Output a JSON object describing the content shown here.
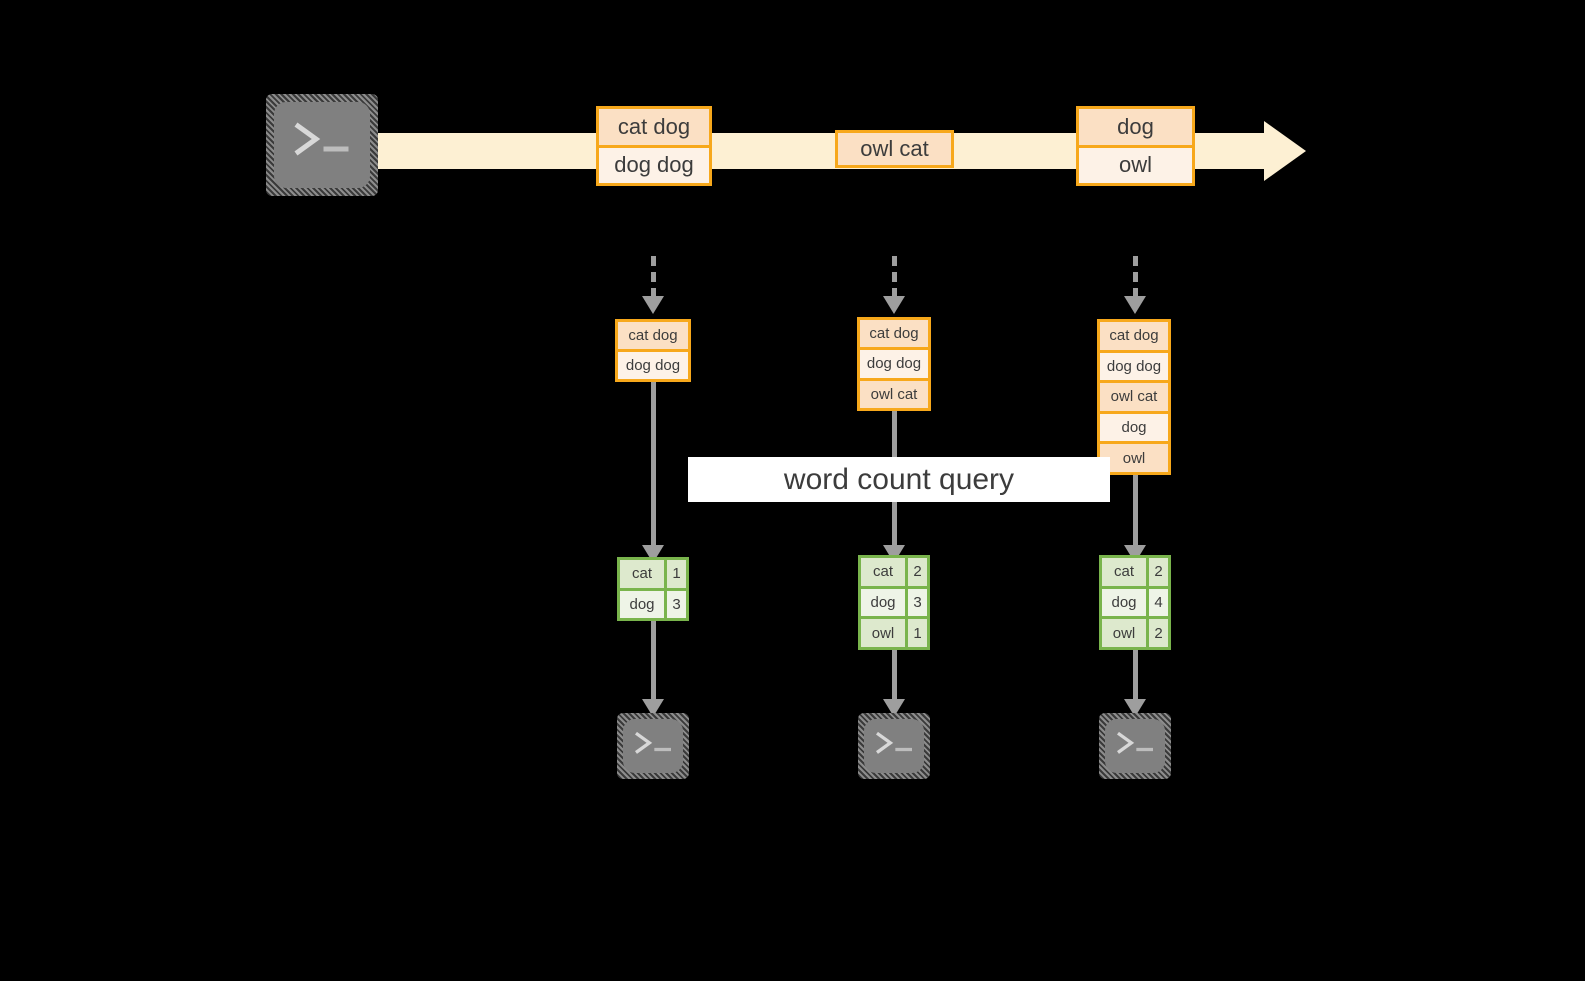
{
  "diagram": {
    "title_banner": {
      "label": "word count query"
    },
    "stream": {
      "source_icon": "terminal-icon",
      "records": [
        {
          "lines": [
            "cat dog",
            "dog dog"
          ]
        },
        {
          "lines": [
            "owl cat"
          ]
        },
        {
          "lines": [
            "dog",
            "owl"
          ]
        }
      ]
    },
    "snapshots": [
      {
        "lines": [
          "cat dog",
          "dog dog"
        ]
      },
      {
        "lines": [
          "cat dog",
          "dog dog",
          "owl cat"
        ]
      },
      {
        "lines": [
          "cat dog",
          "dog dog",
          "owl cat",
          "dog",
          "owl"
        ]
      }
    ],
    "results": [
      {
        "rows": [
          {
            "word": "cat",
            "count": "1"
          },
          {
            "word": "dog",
            "count": "3"
          }
        ]
      },
      {
        "rows": [
          {
            "word": "cat",
            "count": "2"
          },
          {
            "word": "dog",
            "count": "3"
          },
          {
            "word": "owl",
            "count": "1"
          }
        ]
      },
      {
        "rows": [
          {
            "word": "cat",
            "count": "2"
          },
          {
            "word": "dog",
            "count": "4"
          },
          {
            "word": "owl",
            "count": "2"
          }
        ]
      }
    ],
    "sinks": [
      {
        "icon": "terminal-icon"
      },
      {
        "icon": "terminal-icon"
      },
      {
        "icon": "terminal-icon"
      }
    ],
    "colors": {
      "background": "#000000",
      "stream_band": "#fdf0d3",
      "record_border": "#f7a81b",
      "record_fill_dark": "#fbe0c4",
      "record_fill_light": "#fdf2e7",
      "result_border": "#79b44c",
      "result_fill_dark": "#dde9cd",
      "result_fill_light": "#eef4e7",
      "connector": "#9e9e9e",
      "terminal_fill": "#808080",
      "banner_fill": "#ffffff",
      "text": "#3c3c3c"
    }
  }
}
